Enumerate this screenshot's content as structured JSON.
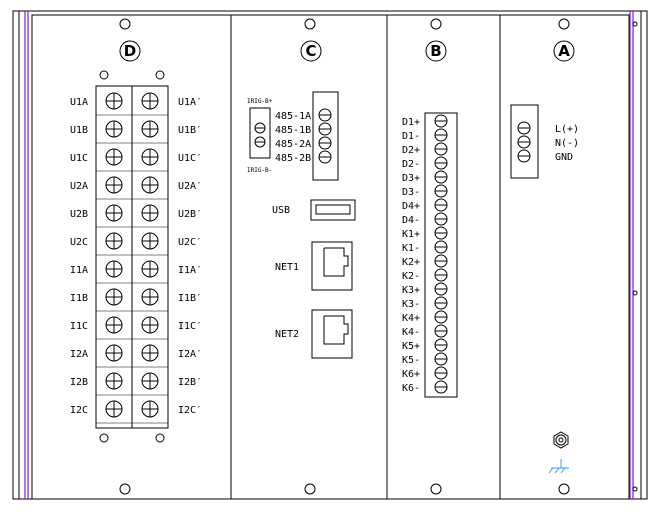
{
  "sections": {
    "d": {
      "letter": "D"
    },
    "c": {
      "letter": "C"
    },
    "b": {
      "letter": "B"
    },
    "a": {
      "letter": "A"
    }
  },
  "section_d": {
    "left_labels": [
      "U1A",
      "U1B",
      "U1C",
      "U2A",
      "U2B",
      "U2C",
      "I1A",
      "I1B",
      "I1C",
      "I2A",
      "I2B",
      "I2C"
    ],
    "right_labels": [
      "U1A′",
      "U1B′",
      "U1C′",
      "U2A′",
      "U2B′",
      "U2C′",
      "I1A′",
      "I1B′",
      "I1C′",
      "I2A′",
      "I2B′",
      "I2C′"
    ]
  },
  "section_c": {
    "rs485_top_note": "IRIG-B+",
    "rs485_bottom_note": "IRIG-B-",
    "rs485_labels": [
      "485-1A",
      "485-1B",
      "485-2A",
      "485-2B"
    ],
    "usb_label": "USB",
    "net1_label": "NET1",
    "net2_label": "NET2"
  },
  "section_b": {
    "labels": [
      "D1+",
      "D1-",
      "D2+",
      "D2-",
      "D3+",
      "D3-",
      "D4+",
      "D4-",
      "K1+",
      "K1-",
      "K2+",
      "K2-",
      "K3+",
      "K3-",
      "K4+",
      "K4-",
      "K5+",
      "K5-",
      "K6+",
      "K6-"
    ]
  },
  "section_a": {
    "power_labels": [
      "L(+)",
      "N(-)",
      "GND"
    ],
    "ground_icon": "earth-ground-icon",
    "ground_stud_icon": "hex-ground-stud-icon"
  },
  "colors": {
    "line": "#000000",
    "accent_rail": "#7a1fd6"
  }
}
